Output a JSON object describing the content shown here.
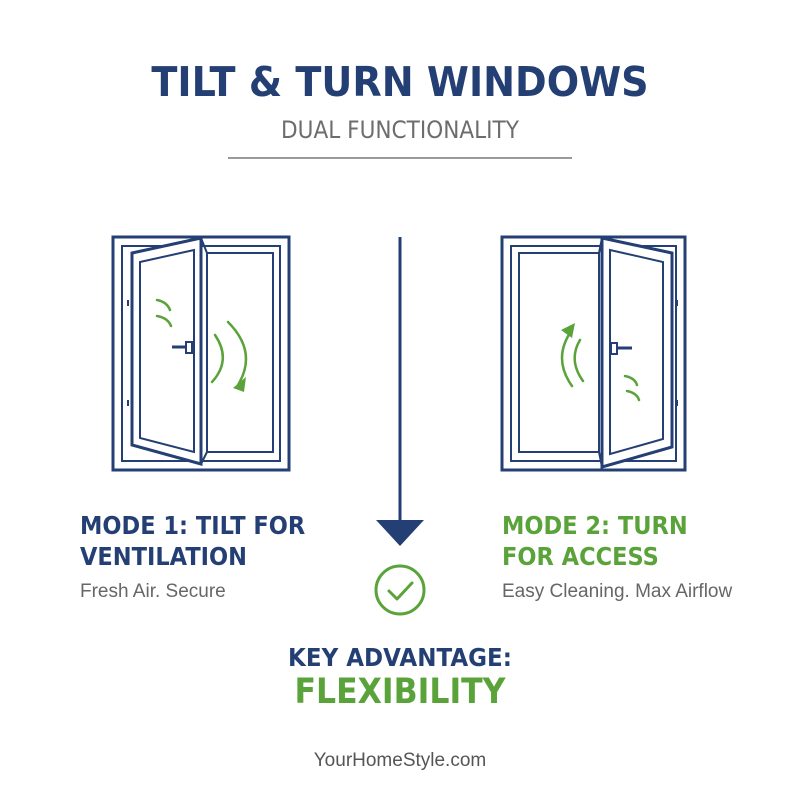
{
  "title": "TILT & TURN WINDOWS",
  "subtitle": "DUAL FUNCTIONALITY",
  "mode1": {
    "title_line1": "MODE 1: TILT FOR",
    "title_line2": "VENTILATION",
    "description": "Fresh Air. Secure"
  },
  "mode2": {
    "title_line1": "MODE 2: TURN",
    "title_line2": "FOR ACCESS",
    "description": "Easy Cleaning. Max Airflow"
  },
  "key": {
    "label": "KEY ADVANTAGE:",
    "value": "FLEXIBILITY"
  },
  "footer": "YourHomeStyle.com",
  "colors": {
    "navy": "#243f73",
    "green": "#5aa33a",
    "gray": "#6d6d6d"
  },
  "icons": {
    "left_window": "tilt-window-icon",
    "right_window": "turn-window-icon",
    "arrow": "down-arrow-icon",
    "check": "checkmark-circle-icon"
  }
}
